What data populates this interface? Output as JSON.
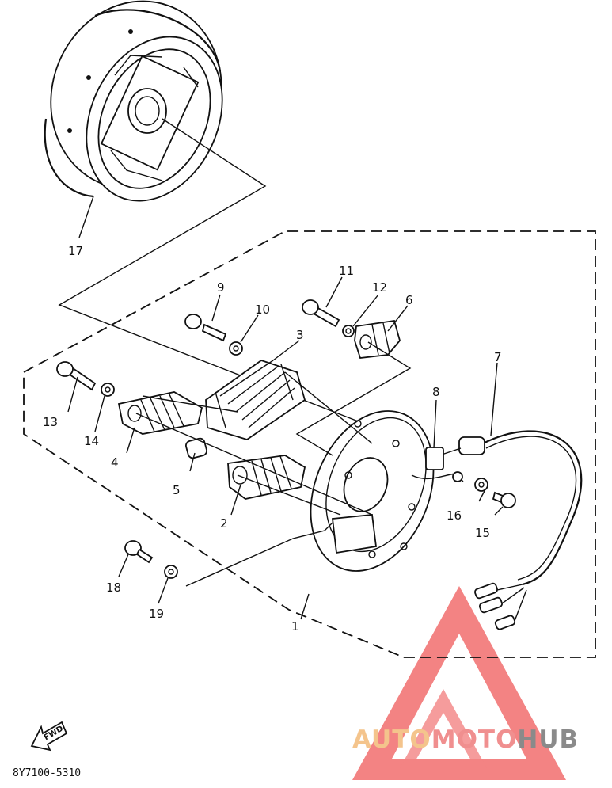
{
  "labels": [
    {
      "id": "1",
      "text": "1"
    },
    {
      "id": "2",
      "text": "2"
    },
    {
      "id": "3",
      "text": "3"
    },
    {
      "id": "4",
      "text": "4"
    },
    {
      "id": "5",
      "text": "5"
    },
    {
      "id": "6",
      "text": "6"
    },
    {
      "id": "7",
      "text": "7"
    },
    {
      "id": "8",
      "text": "8"
    },
    {
      "id": "9",
      "text": "9"
    },
    {
      "id": "10",
      "text": "10"
    },
    {
      "id": "11",
      "text": "11"
    },
    {
      "id": "12",
      "text": "12"
    },
    {
      "id": "13",
      "text": "13"
    },
    {
      "id": "14",
      "text": "14"
    },
    {
      "id": "15",
      "text": "15"
    },
    {
      "id": "16",
      "text": "16"
    },
    {
      "id": "17",
      "text": "17"
    },
    {
      "id": "18",
      "text": "18"
    },
    {
      "id": "19",
      "text": "19"
    }
  ],
  "diagram_code": "8Y7100-5310",
  "fwd_label": "FWD",
  "watermark": {
    "part1": "AUTO",
    "part2": "MOTO",
    "part3": "HUB",
    "color_auto": "#f4c48c",
    "color_moto": "#f08f8f",
    "color_hub": "#8a8a8a",
    "triangle_color": "#ef5a5a"
  }
}
